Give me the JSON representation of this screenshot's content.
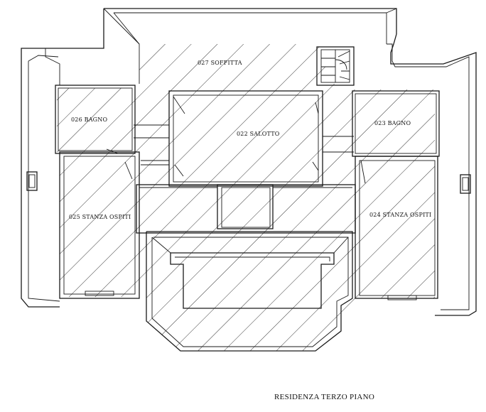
{
  "drawing": {
    "title": "RESIDENZA TERZO PIANO",
    "rooms": [
      {
        "id": "027",
        "label": "027 SOFFITTA"
      },
      {
        "id": "026",
        "label": "026 BAGNO"
      },
      {
        "id": "022",
        "label": "022 SALOTTO"
      },
      {
        "id": "023",
        "label": "023 BAGNO"
      },
      {
        "id": "025",
        "label": "025 STANZA OSPITI"
      },
      {
        "id": "024",
        "label": "024 STANZA OSPITI"
      }
    ]
  }
}
